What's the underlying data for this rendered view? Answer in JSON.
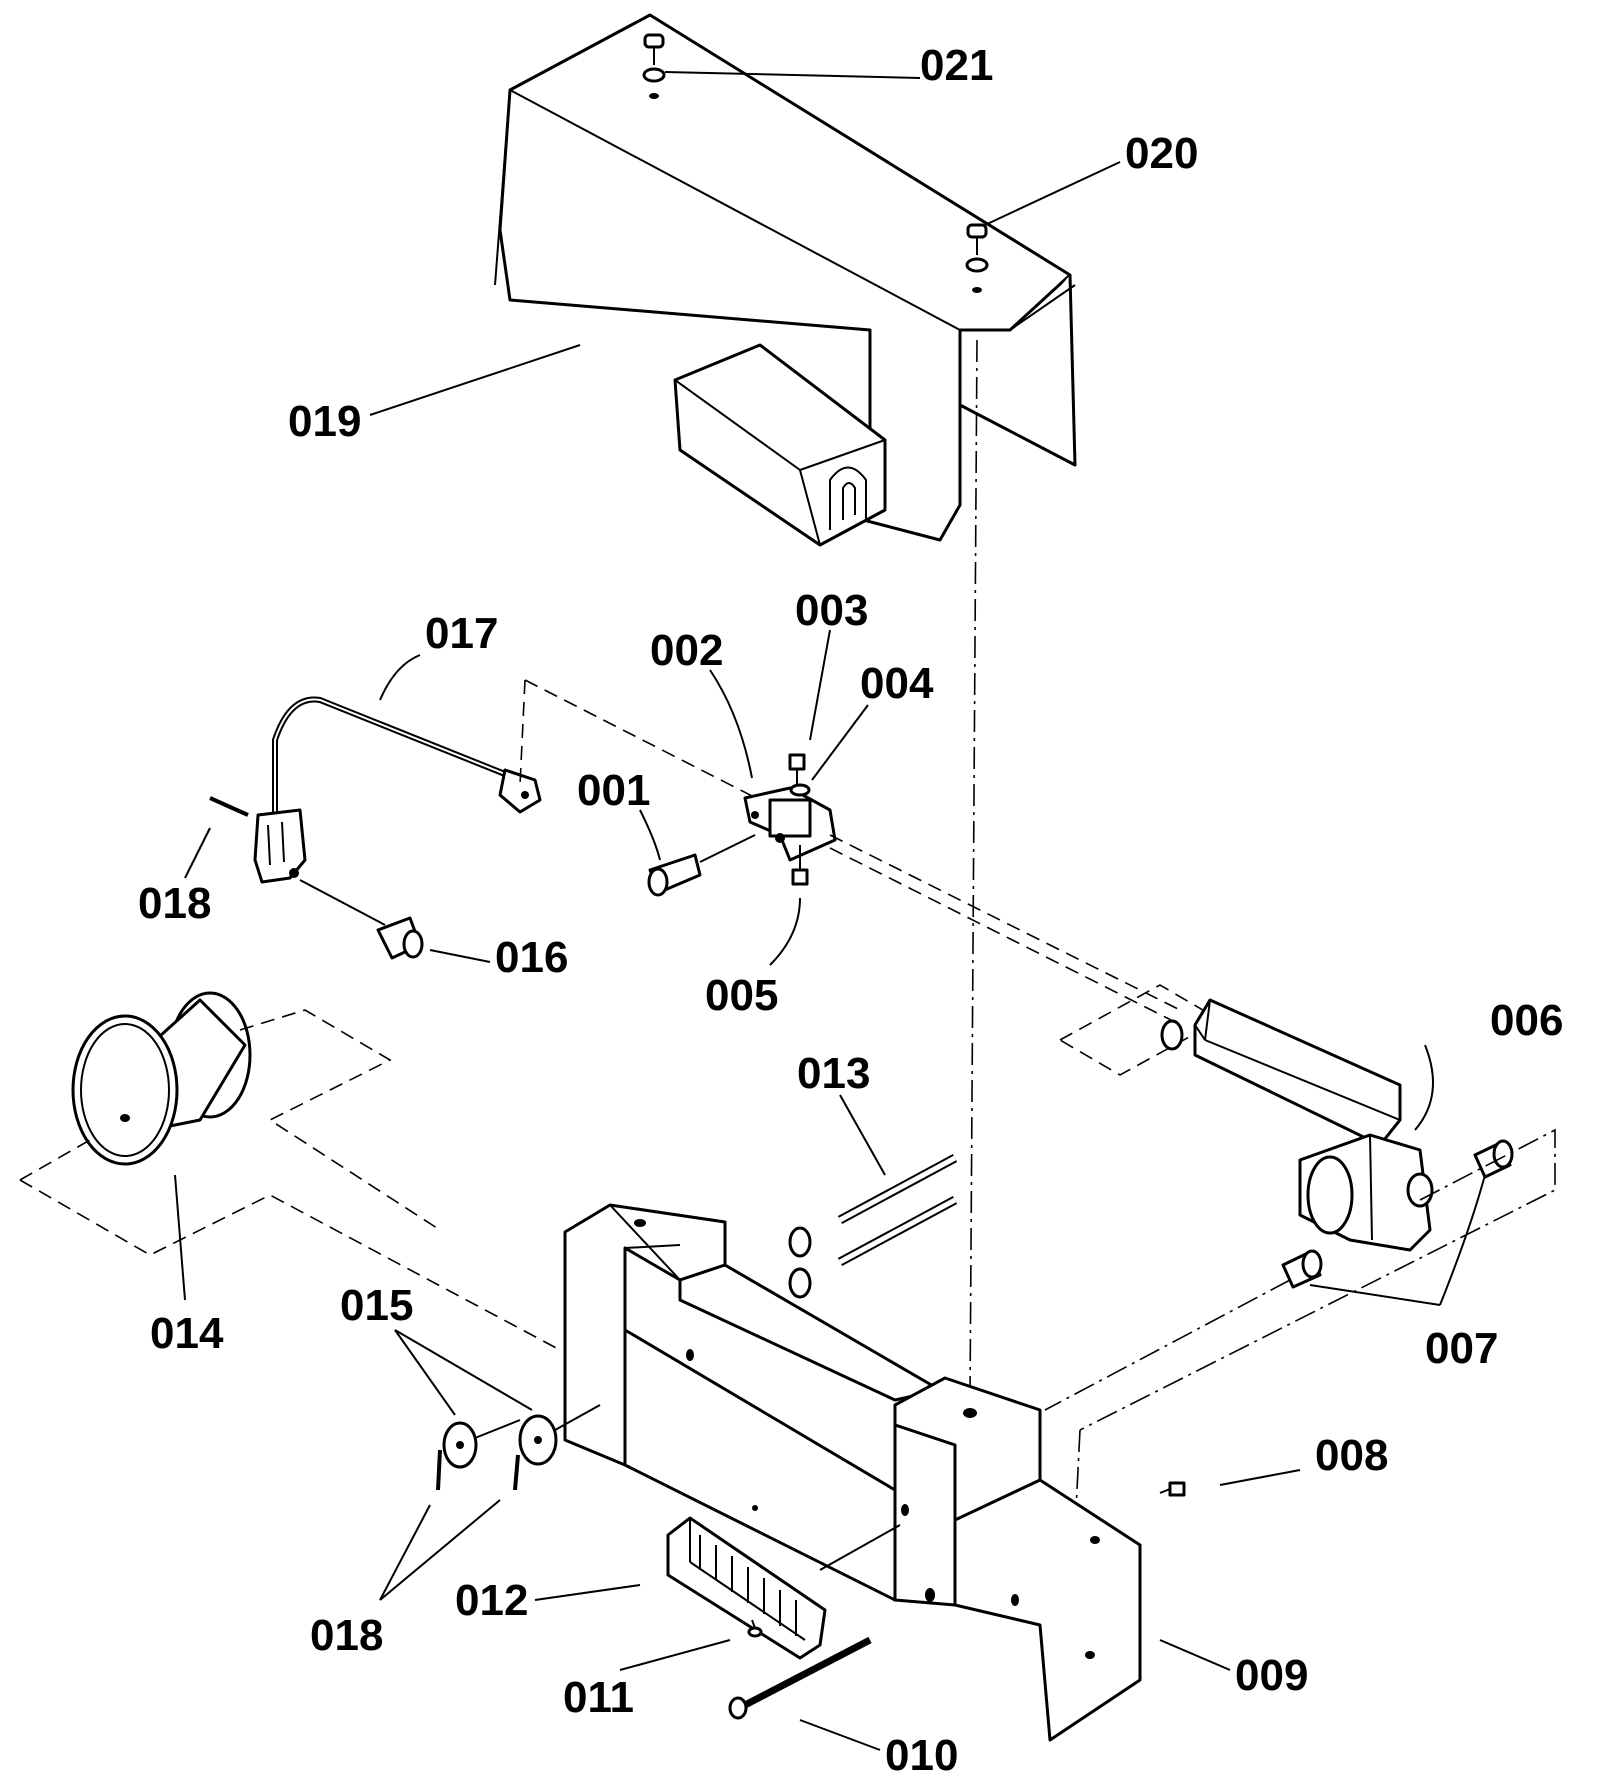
{
  "labels": {
    "p001": "001",
    "p002": "002",
    "p003": "003",
    "p004": "004",
    "p005": "005",
    "p006": "006",
    "p007": "007",
    "p008": "008",
    "p009": "009",
    "p010": "010",
    "p011": "011",
    "p012": "012",
    "p013": "013",
    "p014": "014",
    "p015": "015",
    "p016": "016",
    "p017": "017",
    "p018a": "018",
    "p018b": "018",
    "p019": "019",
    "p020": "020",
    "p021": "021"
  }
}
